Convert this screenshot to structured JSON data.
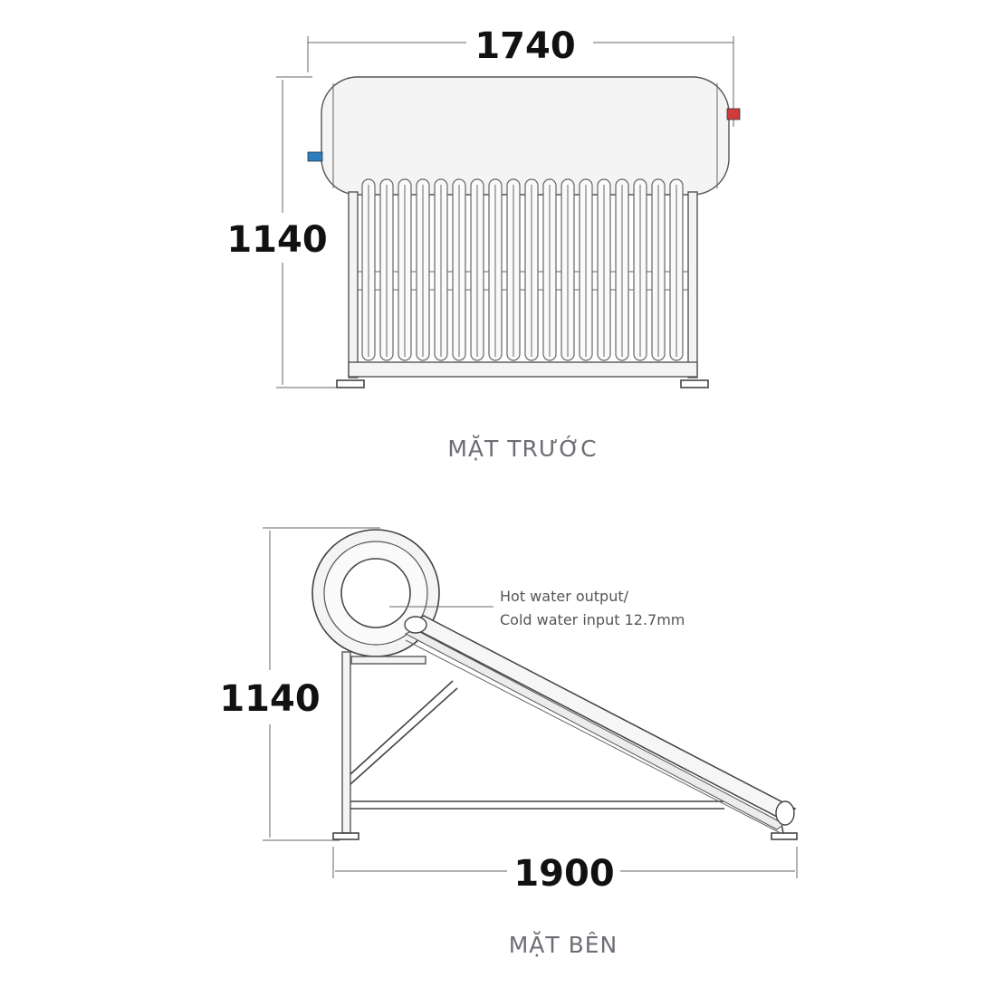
{
  "front_view": {
    "width_label": "1740",
    "height_label": "1140",
    "caption": "MẶT TRƯỚC",
    "tube_count": 18,
    "cold_port_color": "#2b7fc0",
    "hot_port_color": "#d23b3b"
  },
  "side_view": {
    "height_label": "1140",
    "depth_label": "1900",
    "caption": "MẶT BÊN",
    "callout_line1": "Hot water output/",
    "callout_line2": "Cold water input 12.7mm"
  }
}
